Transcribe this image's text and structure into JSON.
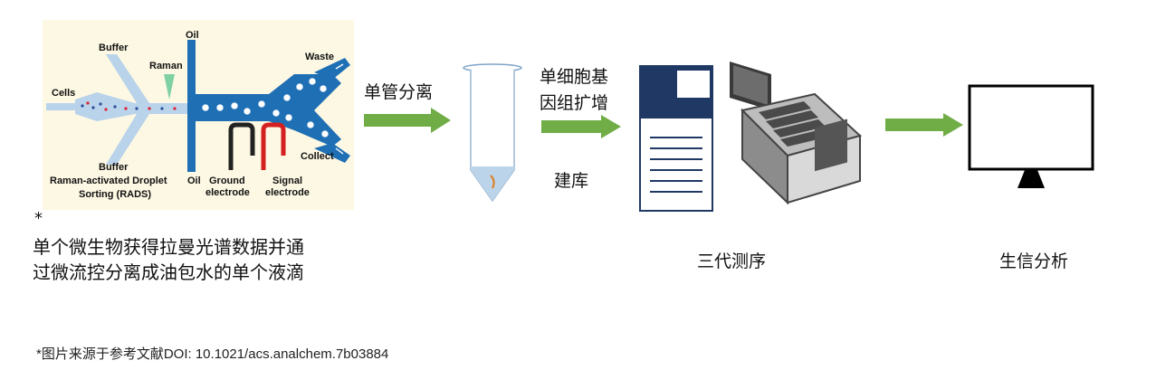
{
  "rads": {
    "buffer_top": "Buffer",
    "raman": "Raman",
    "oil_top": "Oil",
    "waste": "Waste",
    "cells": "Cells",
    "buffer_bottom": "Buffer",
    "oil_bottom": "Oil",
    "collect": "Collect",
    "title_line1": "Raman-activated Droplet",
    "title_line2": "Sorting (RADS)",
    "ground_line1": "Ground",
    "ground_line2": "electrode",
    "signal_line1": "Signal",
    "signal_line2": "electrode"
  },
  "asterisk": "*",
  "description_line1": "单个微生物获得拉曼光谱数据并通",
  "description_line2": "过微流控分离成油包水的单个液滴",
  "step_separation": "单管分离",
  "step_amplify_line1": "单细胞基",
  "step_amplify_line2": "因组扩增",
  "step_library": "建库",
  "step_sequencing": "三代测序",
  "step_bioinfo": "生信分析",
  "footnote": "*图片来源于参考文献DOI: 10.1021/acs.analchem.7b03884",
  "colors": {
    "arrow_green": "#70ad47",
    "channel_blue": "#1f6fb5",
    "ground_electrode": "#222222",
    "signal_electrode": "#d42020",
    "doc_navy": "#1f3864"
  }
}
